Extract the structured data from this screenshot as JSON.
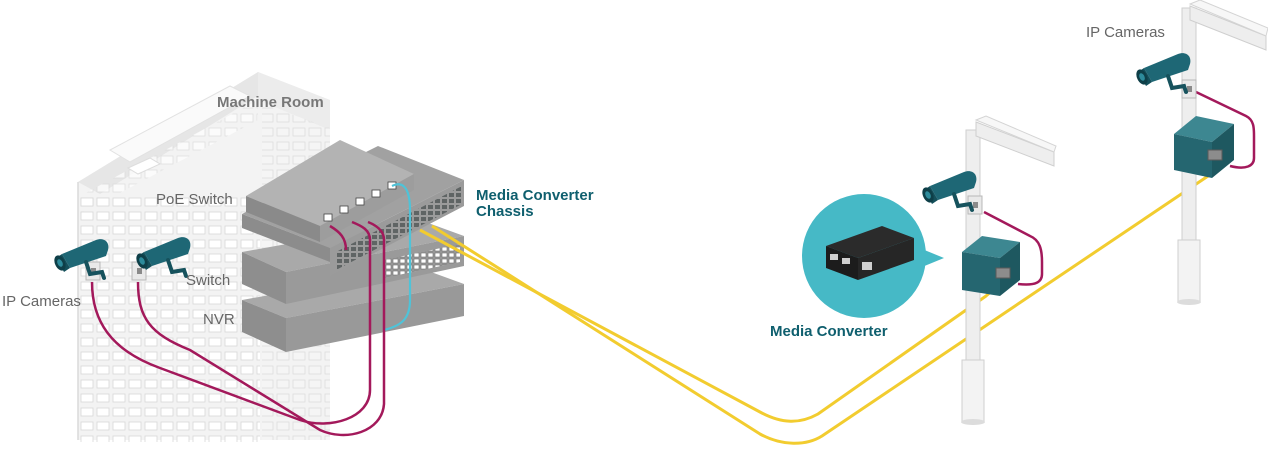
{
  "labels": {
    "machine_room": "Machine Room",
    "poe_switch": "PoE Switch",
    "switch": "Switch",
    "nvr": "NVR",
    "ip_cameras_left": "IP Cameras",
    "ip_cameras_right": "IP Cameras",
    "media_converter_chassis_line1": "Media Converter",
    "media_converter_chassis_line2": "Chassis",
    "media_converter": "Media Converter"
  },
  "colors": {
    "ethernet_cable": "#a3195b",
    "fiber_cable": "#f2cc2f",
    "uplink_cable": "#4fc3d8",
    "camera": "#1e6775",
    "box": "#2b6f78",
    "device_gray": "#9a9a9a",
    "label_teal": "#0f5f6e",
    "callout_circle": "#46b9c6"
  },
  "icons": {
    "camera": "cctv-camera-icon",
    "converter_box": "outdoor-enclosure-icon",
    "pole": "street-light-pole-icon"
  }
}
